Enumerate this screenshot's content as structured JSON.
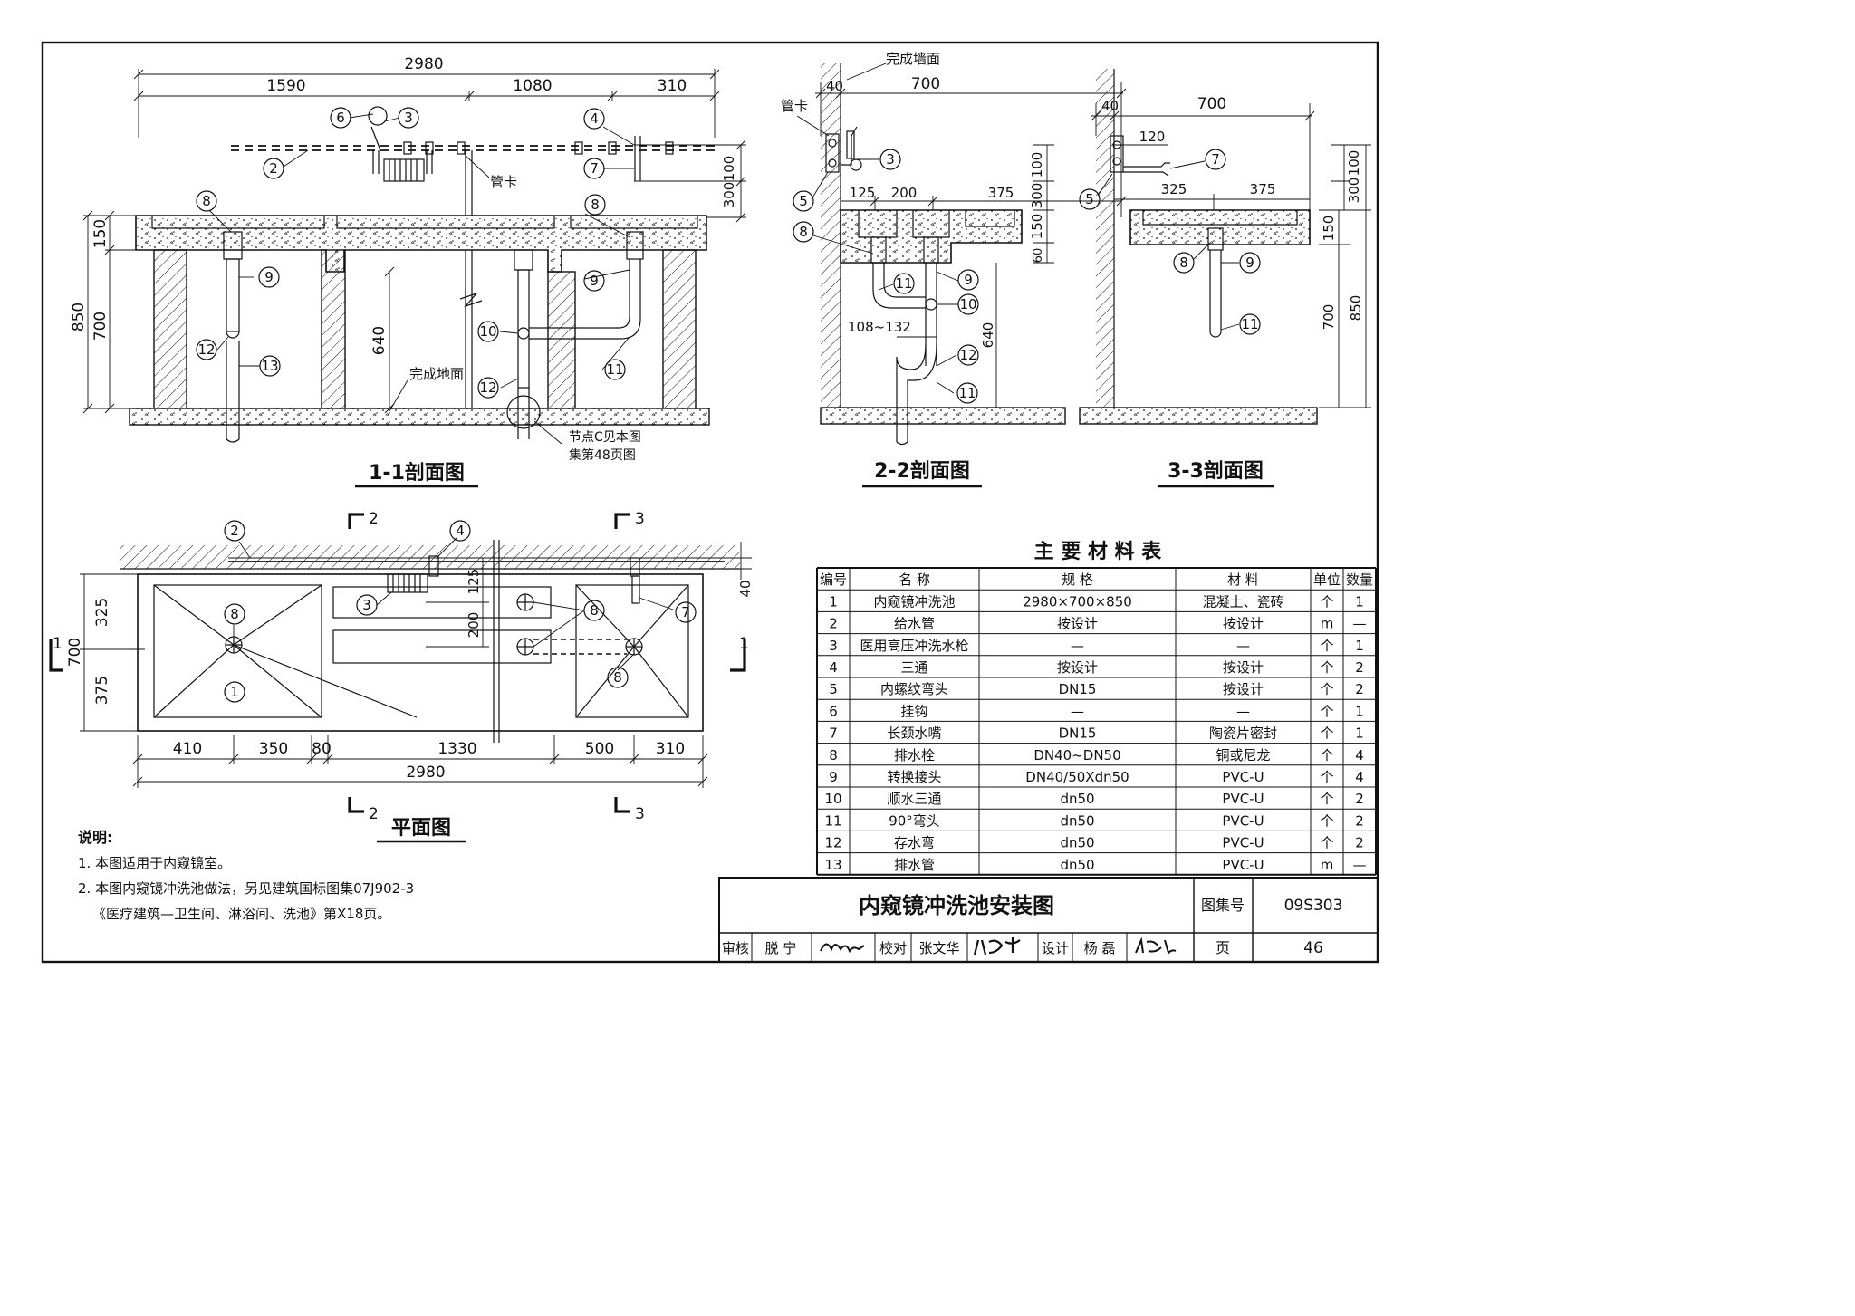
{
  "sections": {
    "s11": {
      "title": "1-1剖面图",
      "dims_top": [
        "2980",
        "1590",
        "1080",
        "310"
      ],
      "dims_left": [
        "850",
        "150",
        "700"
      ],
      "dim_640": "640",
      "dims_right": [
        "100",
        "300"
      ],
      "labels": {
        "pipe_clamp": "管卡",
        "finished_floor": "完成地面",
        "node_note_1": "节点C见本图",
        "node_note_2": "集第48页图"
      },
      "callouts": [
        "6",
        "3",
        "4",
        "2",
        "7",
        "8",
        "8",
        "9",
        "9",
        "12",
        "13",
        "10",
        "12",
        "11"
      ]
    },
    "s22": {
      "title": "2-2剖面图",
      "labels": {
        "finished_wall": "完成墙面",
        "pipe_clamp": "管卡"
      },
      "dims": [
        "40",
        "700",
        "125",
        "200",
        "375",
        "108~132",
        "640"
      ],
      "dims_right": [
        "100",
        "300",
        "150",
        "60"
      ],
      "callouts": [
        "3",
        "5",
        "8",
        "11",
        "9",
        "10",
        "12",
        "11"
      ]
    },
    "s33": {
      "title": "3-3剖面图",
      "dims": [
        "40",
        "700",
        "120",
        "325",
        "375"
      ],
      "dims_right": [
        "100",
        "300",
        "150",
        "700",
        "850"
      ],
      "callouts": [
        "5",
        "7",
        "8",
        "9",
        "11"
      ]
    },
    "plan": {
      "title": "平面图",
      "dims_bottom": [
        "410",
        "350",
        "80",
        "1330",
        "500",
        "310"
      ],
      "dim_total": "2980",
      "dims_left": [
        "325",
        "700",
        "375"
      ],
      "dims_mid": [
        "125",
        "200"
      ],
      "dim_right": "40",
      "cut_marks": [
        "2",
        "3",
        "1",
        "1",
        "2",
        "3"
      ],
      "callouts": [
        "2",
        "4",
        "3",
        "7",
        "8",
        "8",
        "8",
        "1"
      ]
    }
  },
  "notes": {
    "heading": "说明:",
    "items": [
      "1. 本图适用于内窥镜室。",
      "2. 本图内窥镜冲洗池做法，另见建筑国标图集07J902-3",
      "《医疗建筑—卫生间、淋浴间、洗池》第X18页。"
    ]
  },
  "material_table": {
    "title": "主 要 材 料 表",
    "headers": [
      "编号",
      "名    称",
      "规    格",
      "材    料",
      "单位",
      "数量"
    ],
    "rows": [
      [
        "1",
        "内窥镜冲洗池",
        "2980×700×850",
        "混凝土、瓷砖",
        "个",
        "1"
      ],
      [
        "2",
        "给水管",
        "按设计",
        "按设计",
        "m",
        "—"
      ],
      [
        "3",
        "医用高压冲洗水枪",
        "—",
        "—",
        "个",
        "1"
      ],
      [
        "4",
        "三通",
        "按设计",
        "按设计",
        "个",
        "2"
      ],
      [
        "5",
        "内螺纹弯头",
        "DN15",
        "按设计",
        "个",
        "2"
      ],
      [
        "6",
        "挂钩",
        "—",
        "—",
        "个",
        "1"
      ],
      [
        "7",
        "长颈水嘴",
        "DN15",
        "陶瓷片密封",
        "个",
        "1"
      ],
      [
        "8",
        "排水栓",
        "DN40~DN50",
        "铜或尼龙",
        "个",
        "4"
      ],
      [
        "9",
        "转换接头",
        "DN40/50Xdn50",
        "PVC-U",
        "个",
        "4"
      ],
      [
        "10",
        "顺水三通",
        "dn50",
        "PVC-U",
        "个",
        "2"
      ],
      [
        "11",
        "90°弯头",
        "dn50",
        "PVC-U",
        "个",
        "2"
      ],
      [
        "12",
        "存水弯",
        "dn50",
        "PVC-U",
        "个",
        "2"
      ],
      [
        "13",
        "排水管",
        "dn50",
        "PVC-U",
        "m",
        "—"
      ]
    ]
  },
  "title_block": {
    "drawing_title": "内窥镜冲洗池安装图",
    "atlas_label": "图集号",
    "atlas_no": "09S303",
    "page_label": "页",
    "page_no": "46",
    "review_label": "审核",
    "reviewer": "脱 宁",
    "check_label": "校对",
    "checker": "张文华",
    "design_label": "设计",
    "designer": "杨 磊"
  }
}
